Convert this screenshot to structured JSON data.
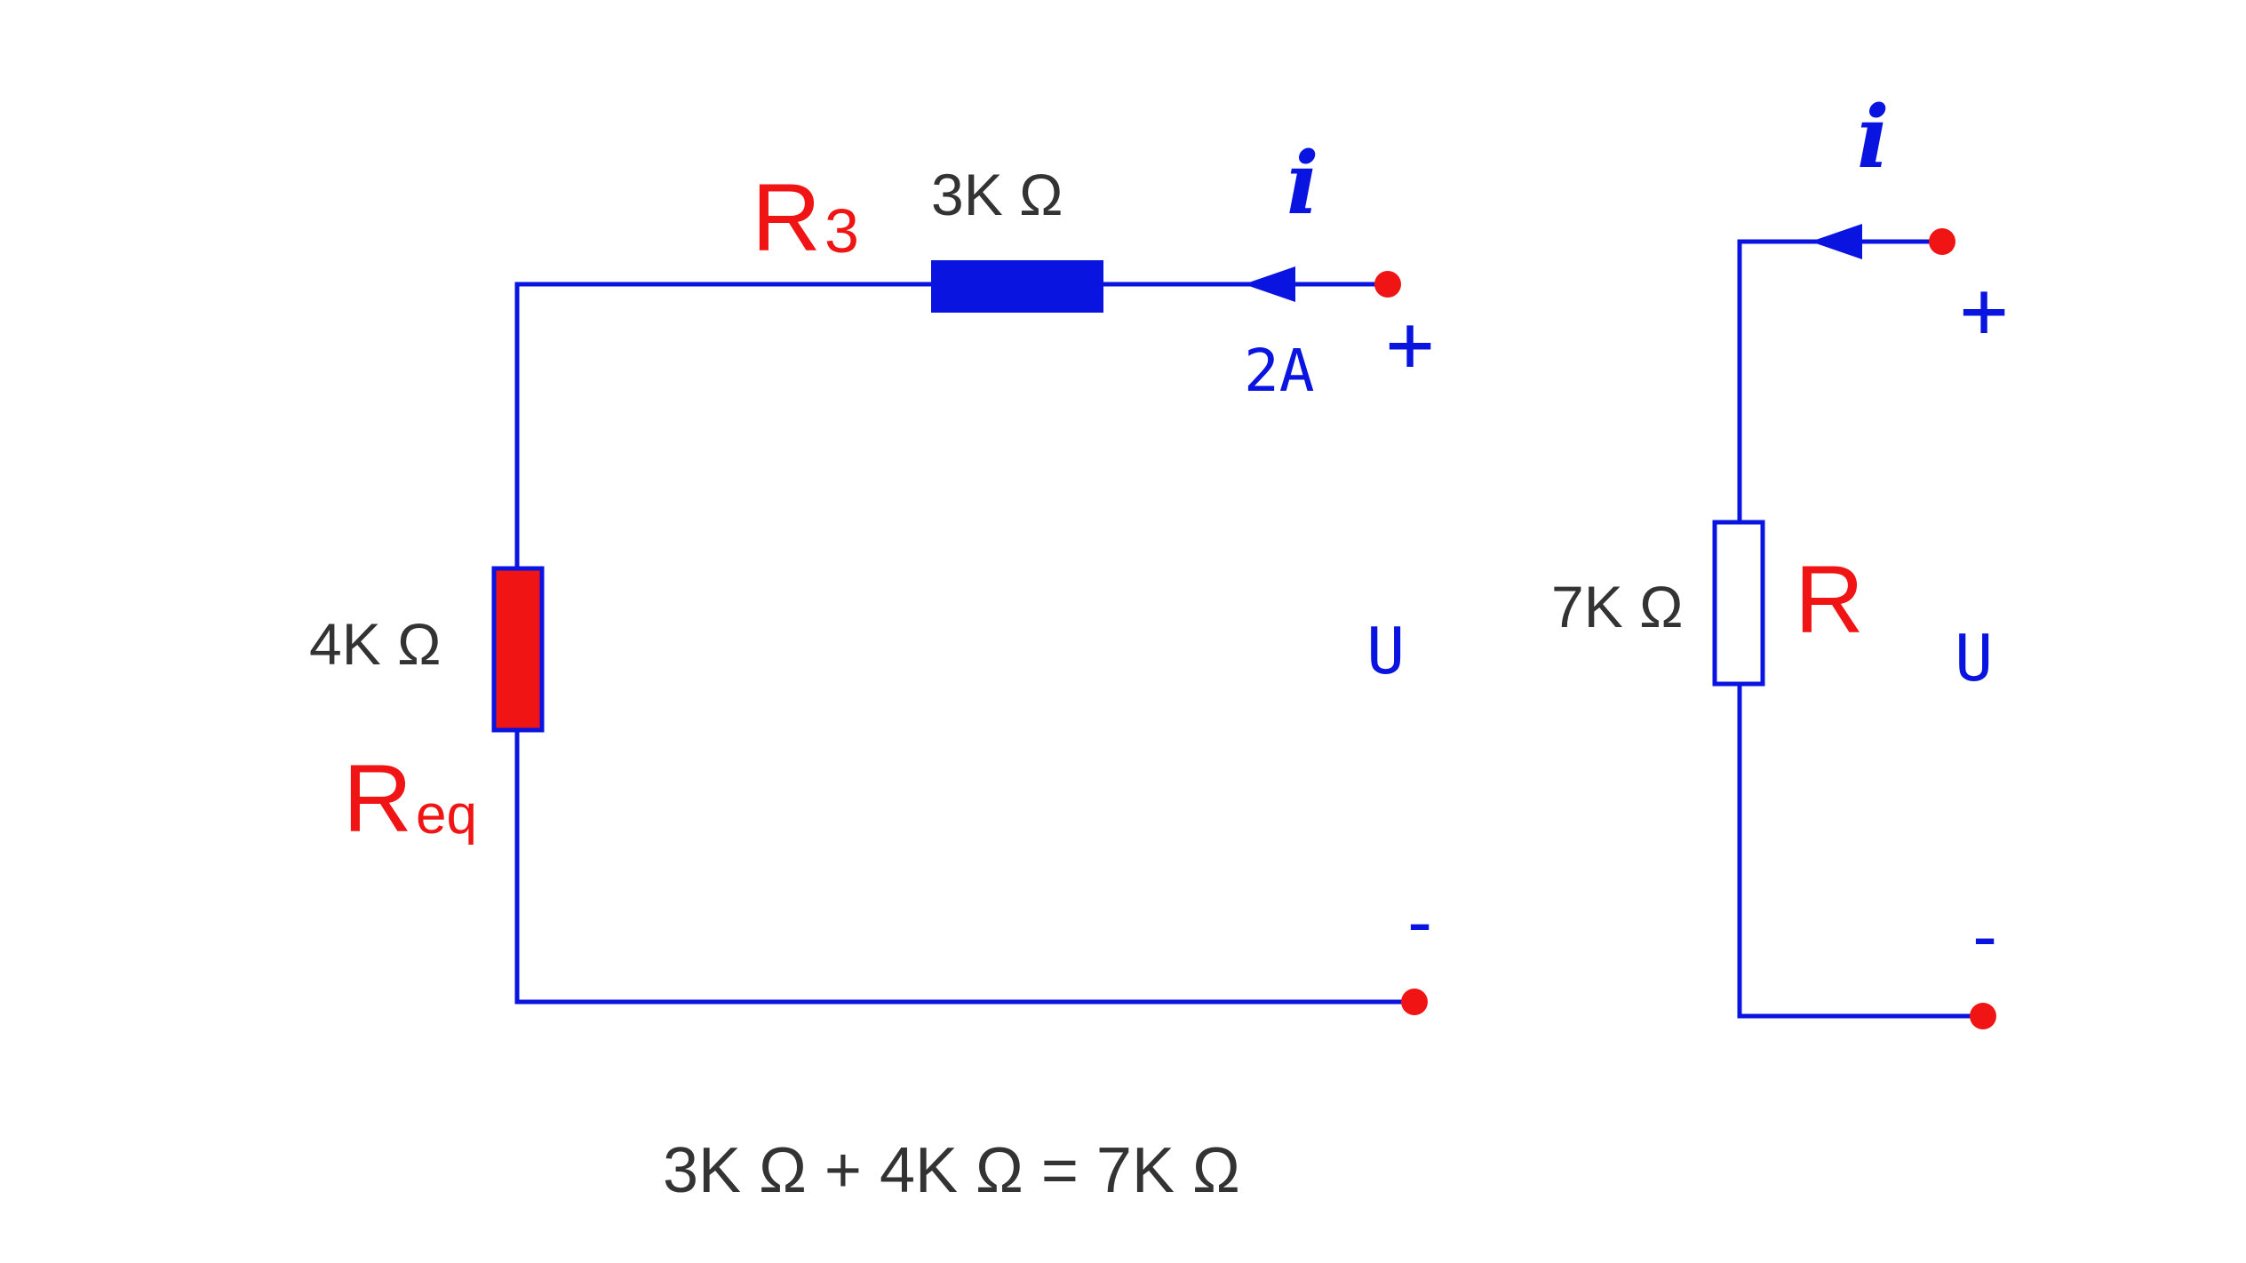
{
  "colors": {
    "wire": "#0a14e0",
    "terminal": "#f01414",
    "r3_body": "#0a14e0",
    "req_body": "#f01414",
    "text_dark": "#333333",
    "text_red": "#f01414",
    "text_blue": "#0a14e0"
  },
  "left_circuit": {
    "r3_value": "3K Ω",
    "r3_symbol": "R",
    "r3_subscript": "3",
    "req_value": "4K Ω",
    "req_symbol": "R",
    "req_subscript": "eq",
    "current_symbol": "i",
    "current_value": "2A",
    "plus": "+",
    "voltage": "U",
    "minus": "-"
  },
  "right_circuit": {
    "r_value": "7K Ω",
    "r_symbol": "R",
    "current_symbol": "i",
    "plus": "+",
    "voltage": "U",
    "minus": "-"
  },
  "equation": "3K Ω + 4K Ω = 7K Ω"
}
